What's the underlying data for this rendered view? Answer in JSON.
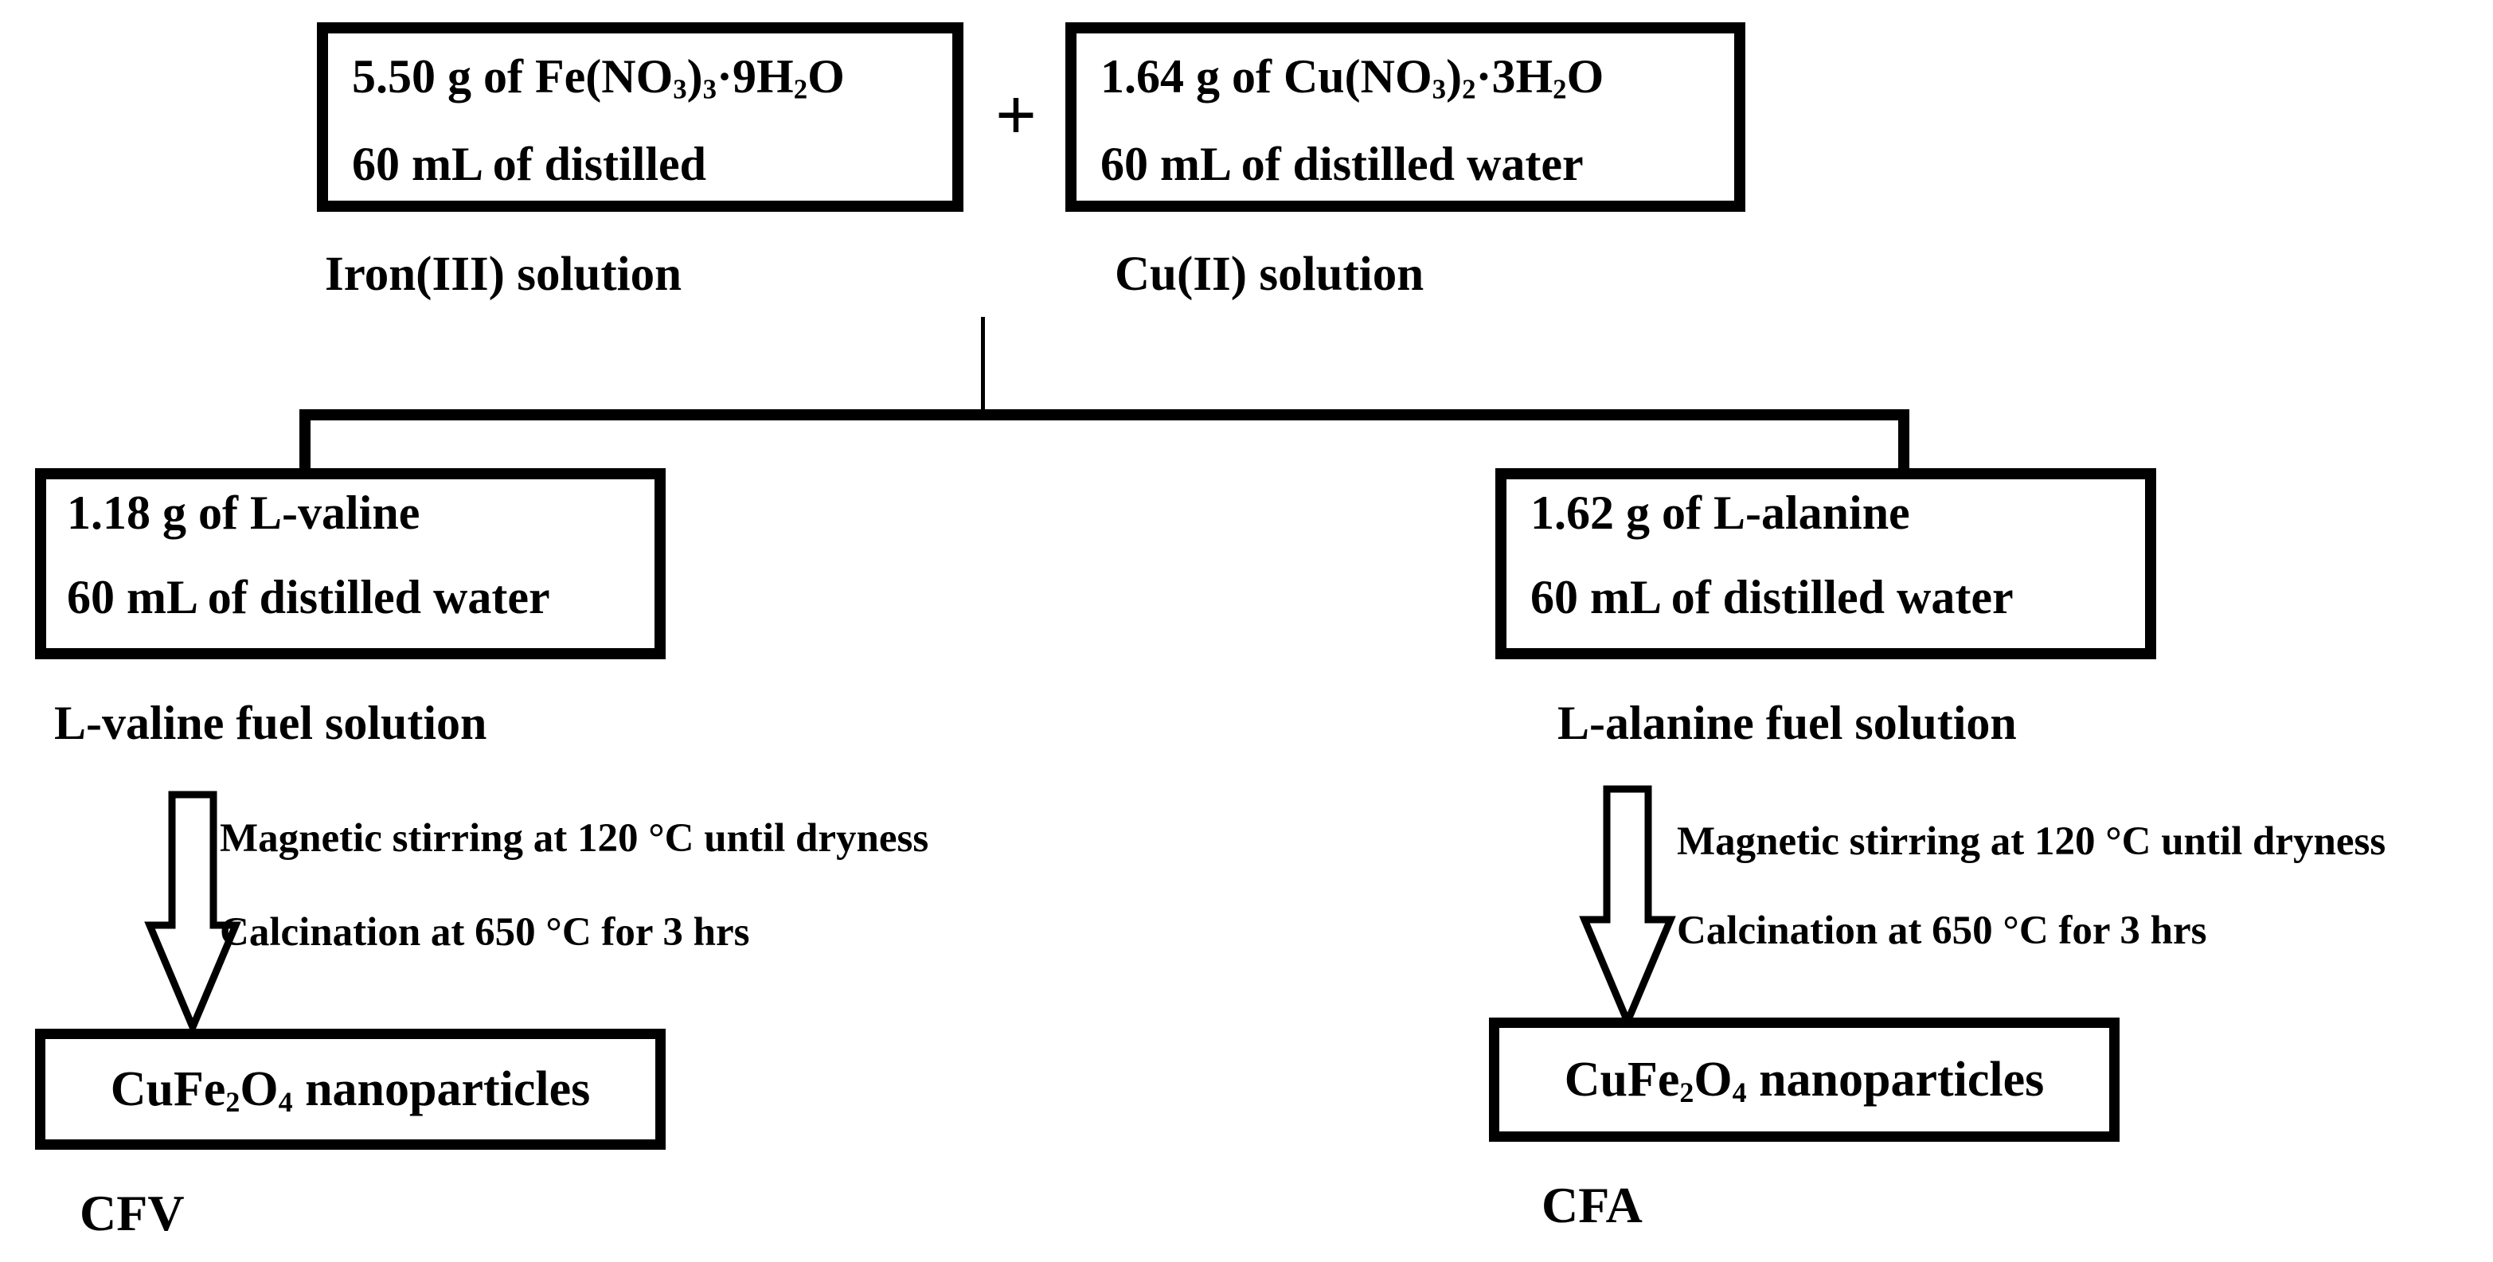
{
  "colors": {
    "ink": "#000000",
    "paper": "#ffffff"
  },
  "operator": {
    "plus": "+"
  },
  "precursors": {
    "iron": {
      "amount_line": [
        {
          "t": "5.50 g of Fe(NO"
        },
        {
          "t": "3",
          "sub": true
        },
        {
          "t": ")"
        },
        {
          "t": "3",
          "sub": true
        },
        {
          "t": "·9H"
        },
        {
          "t": "2",
          "sub": true
        },
        {
          "t": "O"
        }
      ],
      "solvent_line": "60 mL of distilled",
      "caption": "Iron(III) solution"
    },
    "copper": {
      "amount_line": [
        {
          "t": "1.64 g of Cu(NO"
        },
        {
          "t": "3",
          "sub": true
        },
        {
          "t": ")"
        },
        {
          "t": "2",
          "sub": true
        },
        {
          "t": "·3H"
        },
        {
          "t": "2",
          "sub": true
        },
        {
          "t": "O"
        }
      ],
      "solvent_line": "60 mL of distilled water",
      "caption": "Cu(II) solution"
    }
  },
  "fuels": {
    "valine": {
      "amount_line": "1.18 g of L-valine",
      "solvent_line": "60 mL of distilled water",
      "caption": "L-valine fuel solution"
    },
    "alanine": {
      "amount_line": "1.62 g of L-alanine",
      "solvent_line": "60 mL of distilled water",
      "caption": "L-alanine fuel solution"
    }
  },
  "process": {
    "left": {
      "step1": "Magnetic stirring at 120 °C until dryness",
      "step2": "Calcination at 650 °C for 3 hrs"
    },
    "right": {
      "step1": "Magnetic stirring at 120 °C until dryness",
      "step2": "Calcination at 650 °C for 3 hrs"
    }
  },
  "products": {
    "left": {
      "name": [
        {
          "t": "CuFe"
        },
        {
          "t": "2",
          "sub": true
        },
        {
          "t": "O"
        },
        {
          "t": "4",
          "sub": true
        },
        {
          "t": " nanoparticles"
        }
      ],
      "code": "CFV"
    },
    "right": {
      "name": [
        {
          "t": "CuFe"
        },
        {
          "t": "2",
          "sub": true
        },
        {
          "t": "O"
        },
        {
          "t": "4",
          "sub": true
        },
        {
          "t": " nanoparticles"
        }
      ],
      "code": "CFA"
    }
  }
}
